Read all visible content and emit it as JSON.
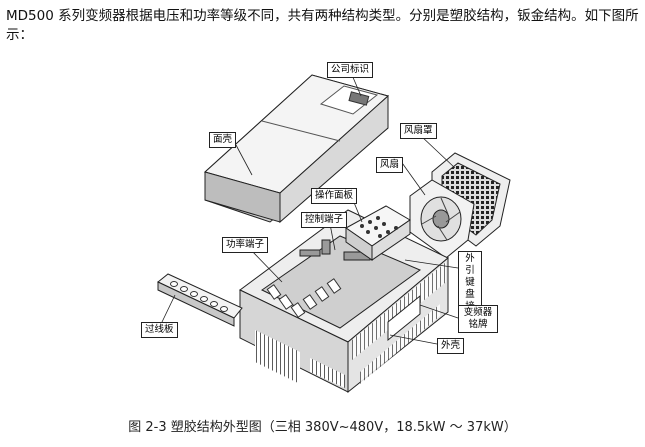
{
  "intro": "MD500 系列变频器根据电压和功率等级不同，共有两种结构类型。分别是塑胶结构，钣金结构。如下图所示：",
  "labels": {
    "company_logo": "公司标识",
    "face_cover": "面壳",
    "fan_cover": "风扇罩",
    "fan": "风扇",
    "operation_panel": "操作面板",
    "control_terminal": "控制端子",
    "power_terminal": "功率端子",
    "external_keyboard": "外引键盘接口",
    "nameplate": "变频器铭牌",
    "cable_plate": "过线板",
    "housing": "外壳"
  },
  "caption": "图 2-3  塑胶结构外型图（三相 380V~480V，18.5kW ～ 37kW）"
}
